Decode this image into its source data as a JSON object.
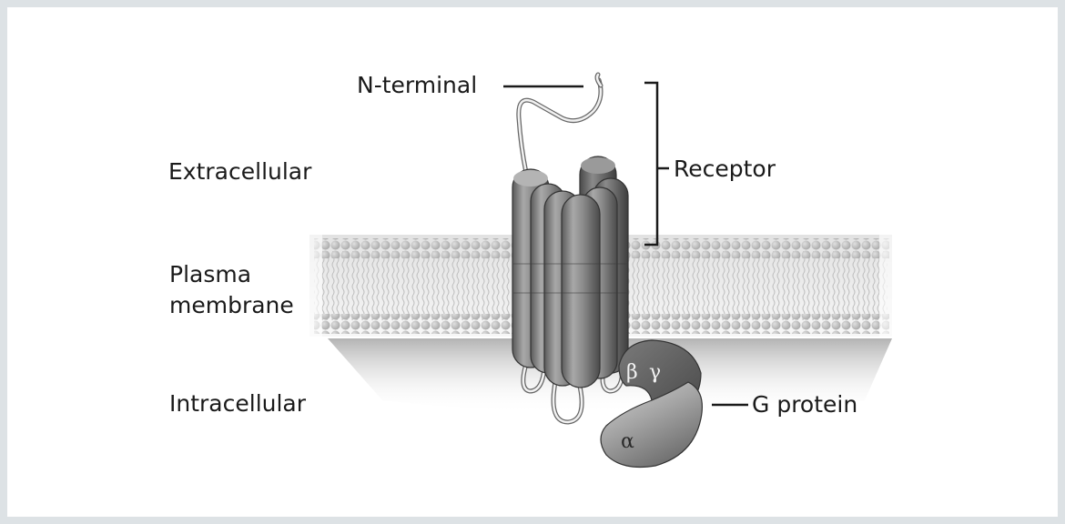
{
  "labels": {
    "n_terminal": "N-terminal",
    "extracellular": "Extracellular",
    "plasma_line1": "Plasma",
    "plasma_line2": "membrane",
    "intracellular": "Intracellular",
    "receptor": "Receptor",
    "g_protein": "G protein"
  },
  "subunits": {
    "alpha": "α",
    "beta": "β",
    "gamma": "γ"
  },
  "colors": {
    "frame": "#dde2e5",
    "text": "#1a1a1a",
    "helix": "#8a8a8a",
    "lipid_head": "#c4c4c4",
    "g_protein": "#9a9a9a"
  }
}
